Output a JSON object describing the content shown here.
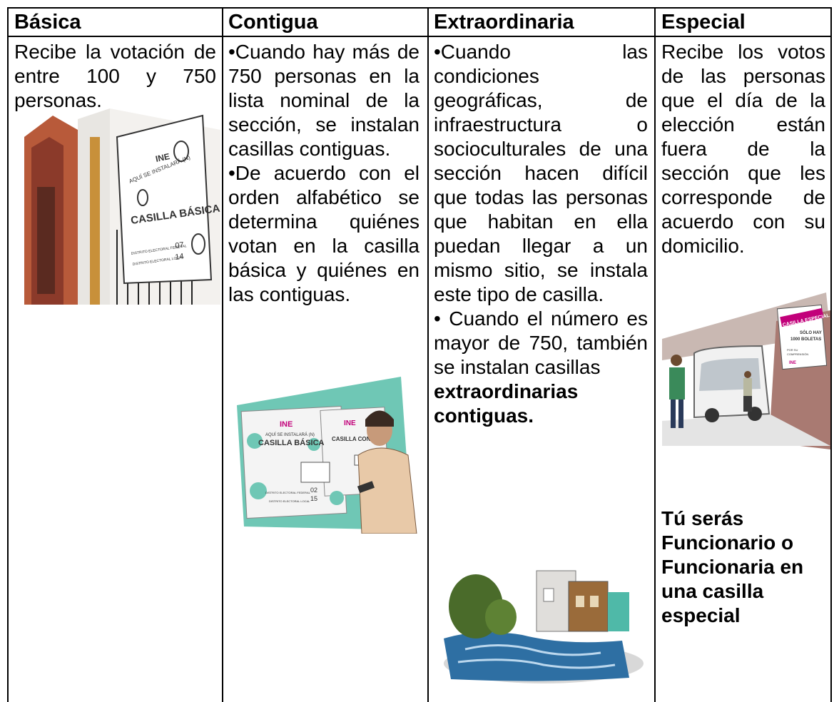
{
  "columns": [
    {
      "header": "Básica",
      "paragraphs": [
        "Recibe la votación de entre 100 y 750 personas."
      ],
      "illustration": {
        "sign_brand": "INE",
        "sign_line1": "AQUÍ SE INSTALARÁ (N)",
        "sign_title": "CASILLA BÁSICA",
        "sign_federal": "DISTRITO ELECTORAL FEDERAL",
        "federal_num": "07",
        "sign_local": "DISTRITO ELECTORAL LOCAL",
        "local_num": "14"
      }
    },
    {
      "header": "Contigua",
      "paragraphs": [
        "•Cuando hay más de 750 personas en la lista nominal de la sección, se instalan casillas contiguas.",
        "•De acuerdo con el orden alfabético se determina quiénes votan en la casilla básica y quiénes en las contiguas."
      ],
      "illustration": {
        "sign1_brand": "INE",
        "sign1_line1": "AQUÍ SE INSTALARÁ (N)",
        "sign1_title": "CASILLA BÁSICA",
        "sign1_federal": "DISTRITO ELECTORAL FEDERAL",
        "sign1_federal_num": "02",
        "sign1_local": "DISTRITO ELECTORAL LOCAL",
        "sign1_local_num": "15",
        "sign2_brand": "INE",
        "sign2_title": "CASILLA CONTIGUA"
      }
    },
    {
      "header": "Extraordinaria",
      "paragraphs": [
        "•Cuando las condiciones geográficas, de infraestructura o socioculturales de una sección hacen difícil que todas las personas que habitan en ella puedan llegar a un mismo sitio, se instala este tipo de casilla.",
        "• Cuando el número es mayor de 750, también se instalan casillas"
      ],
      "bold_text": "extraordinarias contiguas."
    },
    {
      "header": "Especial",
      "paragraphs": [
        "Recibe los votos de las personas que el día de la elección están fuera de la sección que les corresponde de acuerdo con su domicilio."
      ],
      "illustration": {
        "sign_title": "CASILLA ESPECIAL",
        "sign_line1": "SÓLO HAY",
        "sign_line2": "1000 BOLETAS",
        "sign_line3": "POR SU",
        "sign_line4": "COMPRENSIÓN",
        "sign_brand": "INE"
      },
      "bold_text": "Tú serás Funcionario o Funcionaria en una casilla especial"
    }
  ],
  "colors": {
    "sign_teal": "#6fc7b5",
    "ine_magenta": "#c2007a",
    "wall_brown": "#8b4a3a",
    "water_blue": "#2e6fa3"
  }
}
